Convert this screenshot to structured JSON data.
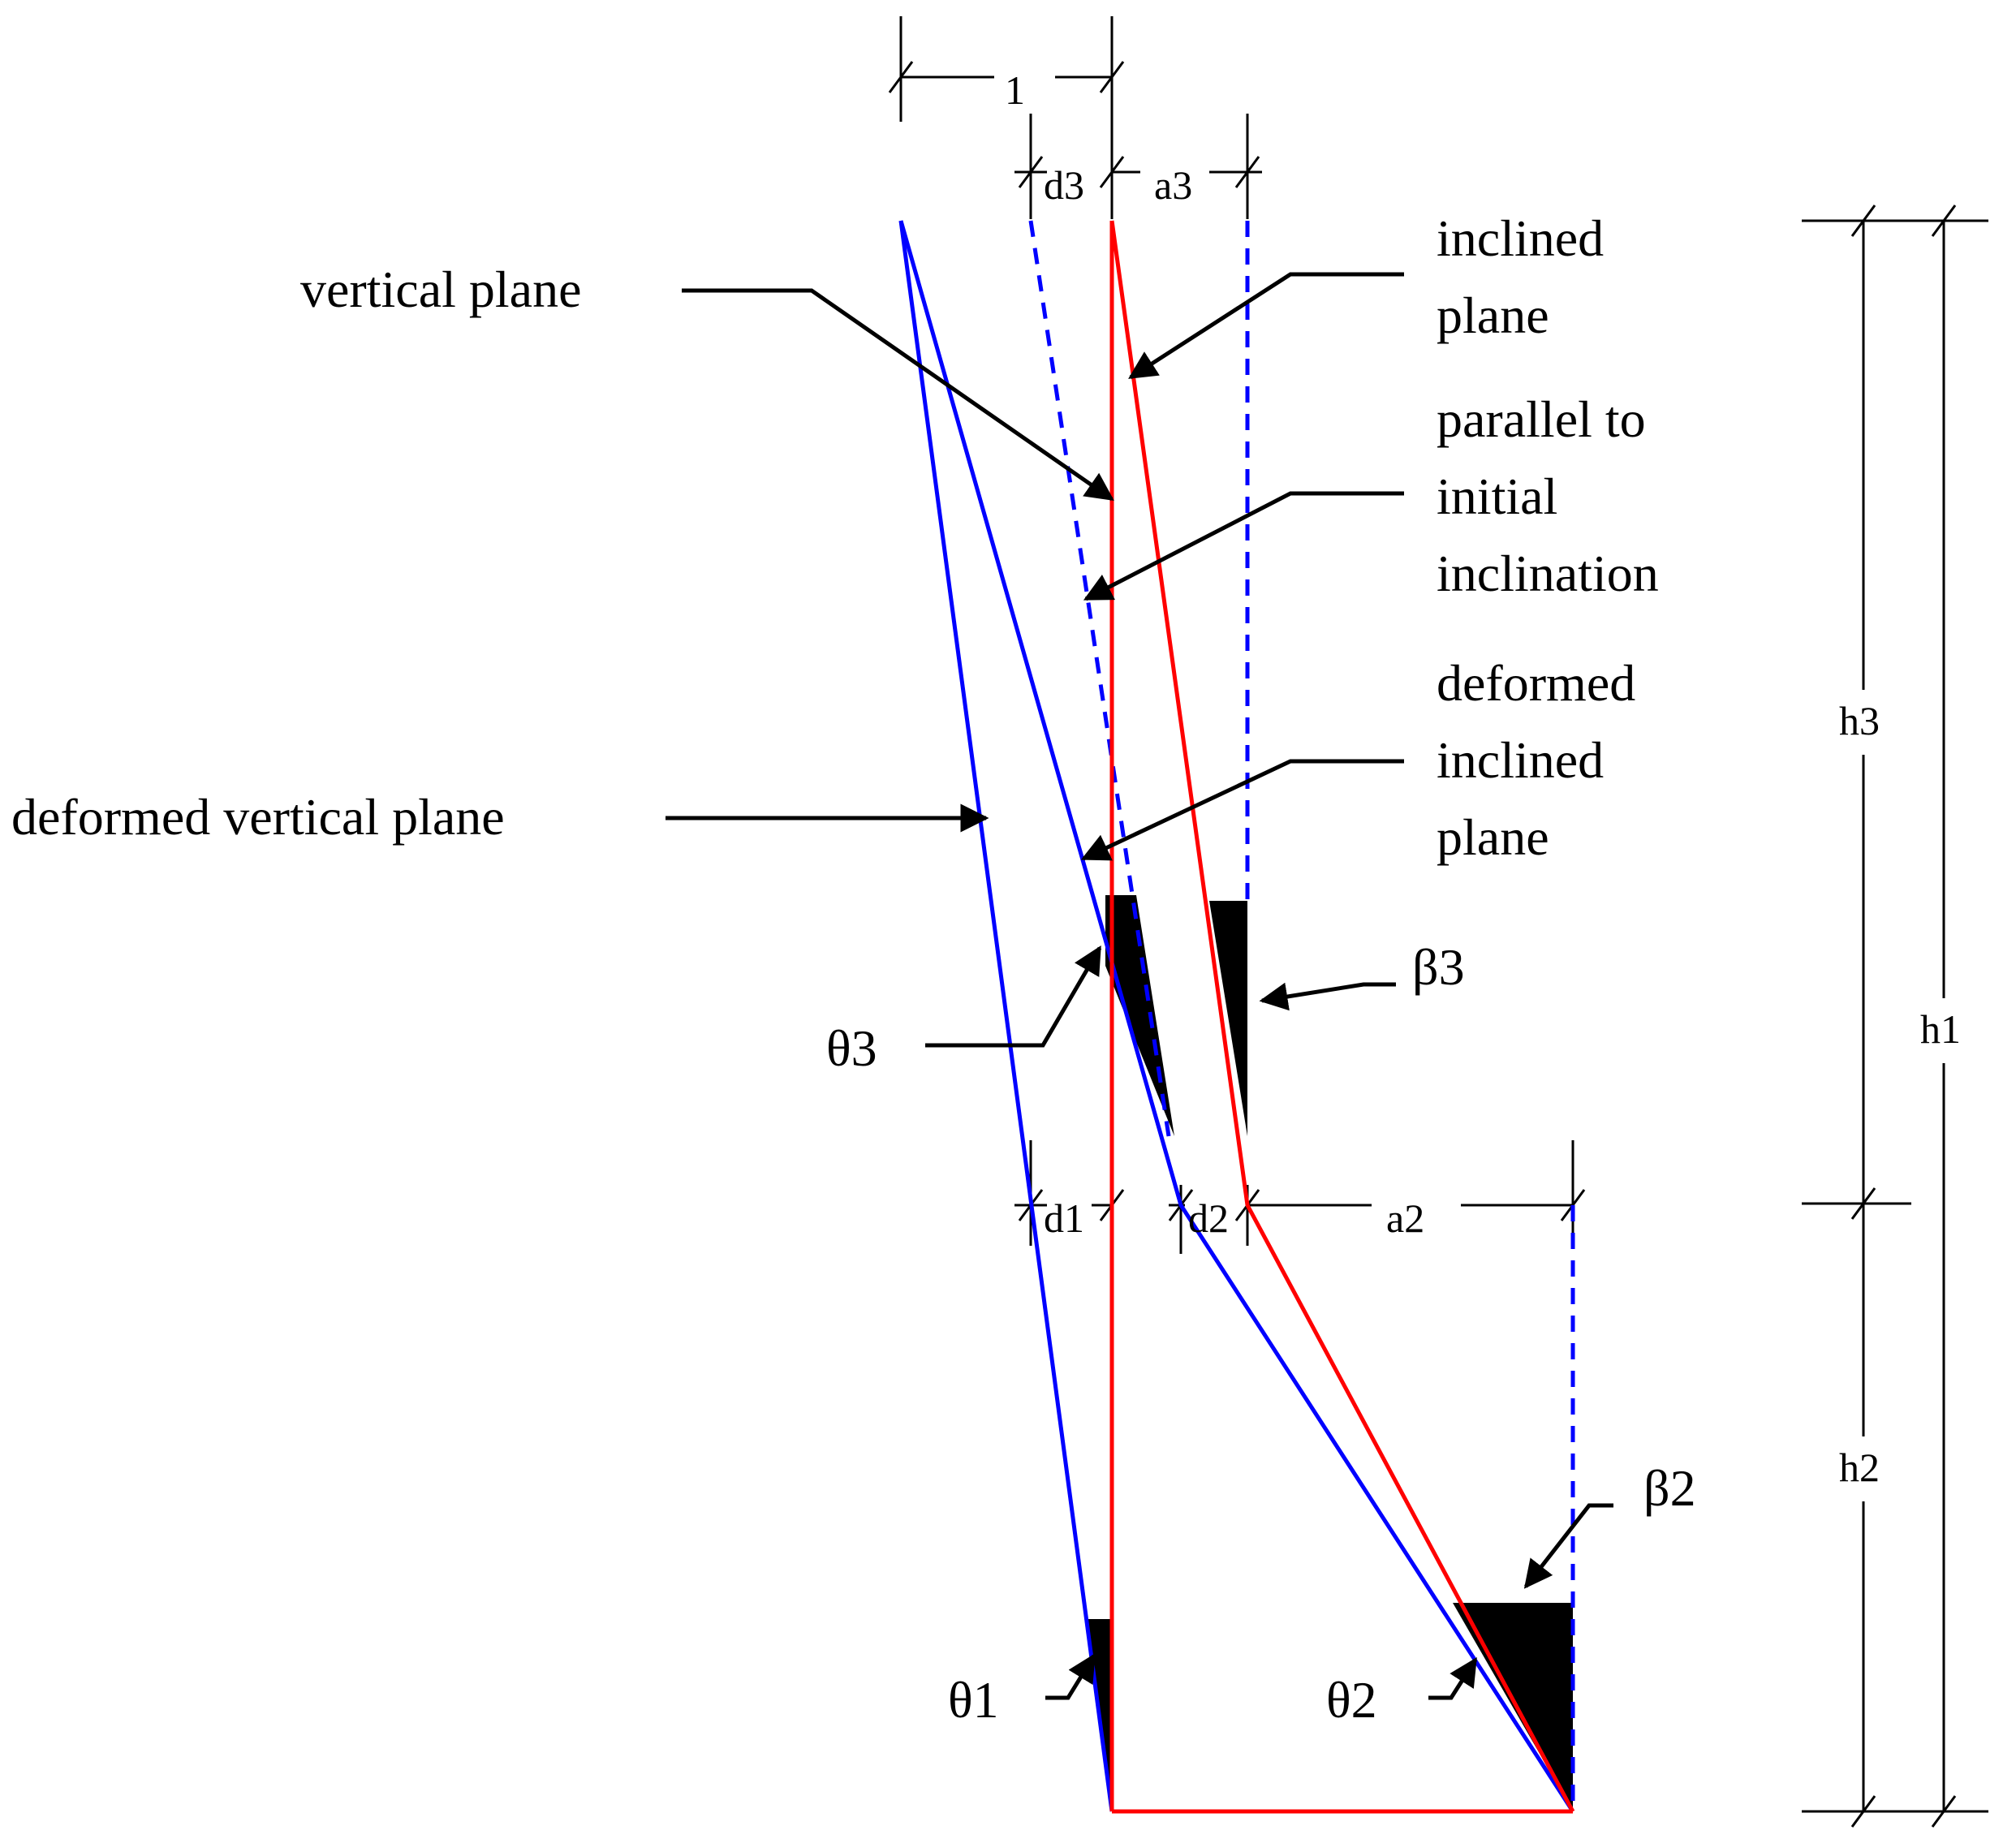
{
  "colors": {
    "red": "#ff0000",
    "blue": "#0000ff",
    "black": "#000000"
  },
  "labels": {
    "vertical_plane": "vertical plane",
    "inclined_plane_1": "inclined",
    "inclined_plane_2": "plane",
    "parallel_1": "parallel to",
    "parallel_2": "initial",
    "parallel_3": "inclination",
    "deformed_inclined_1": "deformed",
    "deformed_inclined_2": "inclined",
    "deformed_inclined_3": "plane",
    "deformed_vertical_plane": "deformed vertical plane",
    "beta3": "β3",
    "beta2": "β2",
    "theta3": "θ3",
    "theta1": "θ1",
    "theta2": "θ2"
  },
  "dimensions": {
    "one": "1",
    "d3": "d3",
    "a3": "a3",
    "d1": "d1",
    "d2": "d2",
    "a2": "a2",
    "h1": "h1",
    "h2": "h2",
    "h3": "h3"
  }
}
